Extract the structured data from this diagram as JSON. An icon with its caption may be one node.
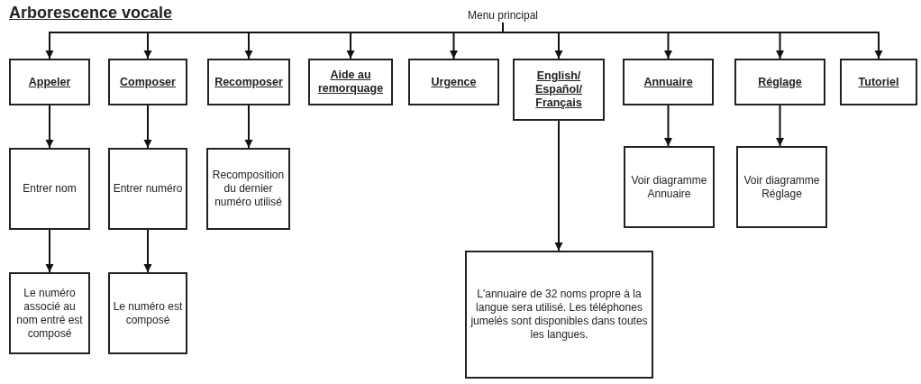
{
  "diagram": {
    "title": "Arborescence vocale",
    "nodes": [
      {
        "text": [
          "Menu principal"
        ]
      },
      {
        "text": [
          "Appeler"
        ]
      },
      {
        "text": [
          "Composer"
        ]
      },
      {
        "text": [
          "Recomposer"
        ]
      },
      {
        "text": [
          "Aide au remorquage"
        ]
      },
      {
        "text": [
          "Urgence"
        ]
      },
      {
        "text": [
          "English/ Español/ Français"
        ]
      },
      {
        "text": [
          "Annuaire"
        ]
      },
      {
        "text": [
          "Réglage"
        ]
      },
      {
        "text": [
          "Tutoriel"
        ]
      },
      {
        "text": [
          "Entrer nom"
        ]
      },
      {
        "text": [
          "Entrer numéro"
        ]
      },
      {
        "text": [
          "Recomposition du dernier numéro utilisé"
        ]
      },
      {
        "text": [
          "Voir diagramme Annuaire"
        ]
      },
      {
        "text": [
          "Voir diagramme Réglage"
        ]
      },
      {
        "text": [
          "Le numéro associé au nom entré est composé"
        ]
      },
      {
        "text": [
          "Le numéro est composé"
        ]
      },
      {
        "text": [
          "L'annuaire de 32 noms propre à la langue sera utilisé. Les téléphones jumelés sont disponibles dans toutes les langues."
        ]
      }
    ],
    "edges": [
      {
        "from": 0,
        "to": 1,
        "arrow": "to"
      },
      {
        "from": 0,
        "to": 2,
        "arrow": "to"
      },
      {
        "from": 0,
        "to": 3,
        "arrow": "to"
      },
      {
        "from": 0,
        "to": 4,
        "arrow": "to"
      },
      {
        "from": 0,
        "to": 5,
        "arrow": "to"
      },
      {
        "from": 0,
        "to": 6,
        "arrow": "to"
      },
      {
        "from": 0,
        "to": 7,
        "arrow": "to"
      },
      {
        "from": 0,
        "to": 8,
        "arrow": "to"
      },
      {
        "from": 0,
        "to": 9,
        "arrow": "to"
      },
      {
        "from": 1,
        "to": 10,
        "arrow": "to"
      },
      {
        "from": 2,
        "to": 11,
        "arrow": "to"
      },
      {
        "from": 3,
        "to": 12,
        "arrow": "to"
      },
      {
        "from": 7,
        "to": 13,
        "arrow": "to"
      },
      {
        "from": 8,
        "to": 14,
        "arrow": "to"
      },
      {
        "from": 10,
        "to": 15,
        "arrow": "to"
      },
      {
        "from": 11,
        "to": 16,
        "arrow": "to"
      },
      {
        "from": 6,
        "to": 17,
        "arrow": "to"
      }
    ]
  }
}
